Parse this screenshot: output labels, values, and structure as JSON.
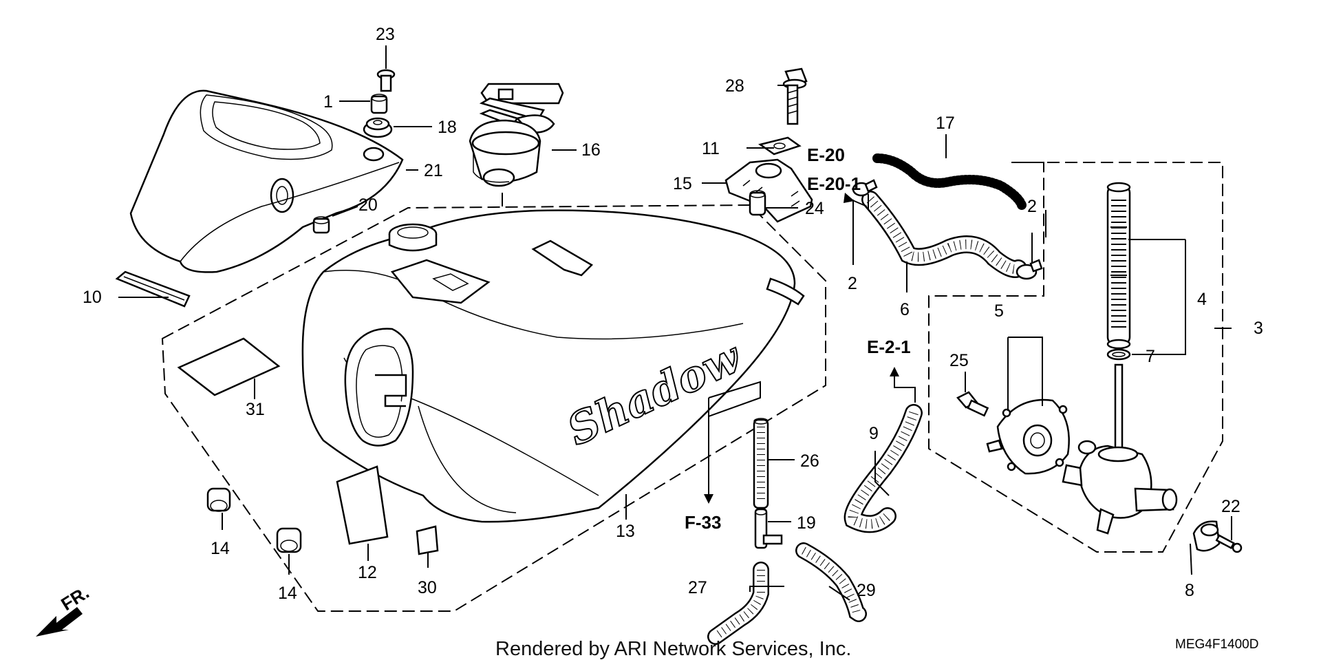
{
  "callouts": {
    "c1": "1",
    "c2a": "2",
    "c2b": "2",
    "c3": "3",
    "c4": "4",
    "c5": "5",
    "c6": "6",
    "c7": "7",
    "c8": "8",
    "c9": "9",
    "c10": "10",
    "c11": "11",
    "c12": "12",
    "c13": "13",
    "c14a": "14",
    "c14b": "14",
    "c15": "15",
    "c16": "16",
    "c17": "17",
    "c18": "18",
    "c19": "19",
    "c20": "20",
    "c21": "21",
    "c22": "22",
    "c23": "23",
    "c24": "24",
    "c25": "25",
    "c26": "26",
    "c27": "27",
    "c28": "28",
    "c29": "29",
    "c30": "30",
    "c31": "31"
  },
  "references": {
    "e20": "E-20",
    "e20_1": "E-20-1",
    "e2_1": "E-2-1",
    "f33": "F-33"
  },
  "front_marker": "FR.",
  "tank_logo": "Shadow",
  "footer": {
    "credit": "Rendered by ARI Network Services, Inc.",
    "diagram_code": "MEG4F1400D"
  }
}
